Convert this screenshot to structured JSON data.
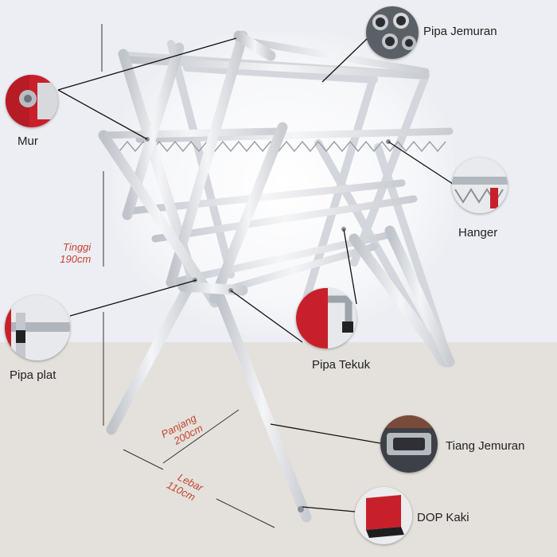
{
  "labels": {
    "pipa_jemuran": "Pipa Jemuran",
    "mur": "Mur",
    "hanger": "Hanger",
    "pipa_plat": "Pipa plat",
    "pipa_tekuk": "Pipa Tekuk",
    "tiang_jemuran": "Tiang Jemuran",
    "dop_kaki": "DOP Kaki"
  },
  "dimensions": {
    "tinggi": {
      "label": "Tinggi",
      "value": "190cm"
    },
    "panjang": {
      "label": "Panjang",
      "value": "200cm"
    },
    "lebar": {
      "label": "Lebar",
      "value": "110cm"
    }
  },
  "icons": {
    "pipa_jemuran": "tube-cluster-icon",
    "mur": "nut-bolt-icon",
    "hanger": "hanger-hook-icon",
    "pipa_plat": "plate-pipe-icon",
    "pipa_tekuk": "bent-pipe-icon",
    "tiang_jemuran": "pole-profile-icon",
    "dop_kaki": "foot-cap-icon"
  },
  "colors": {
    "dimension_text": "#c4432f",
    "accent_red": "#c8202a",
    "aluminium": "#e6e8ec"
  }
}
